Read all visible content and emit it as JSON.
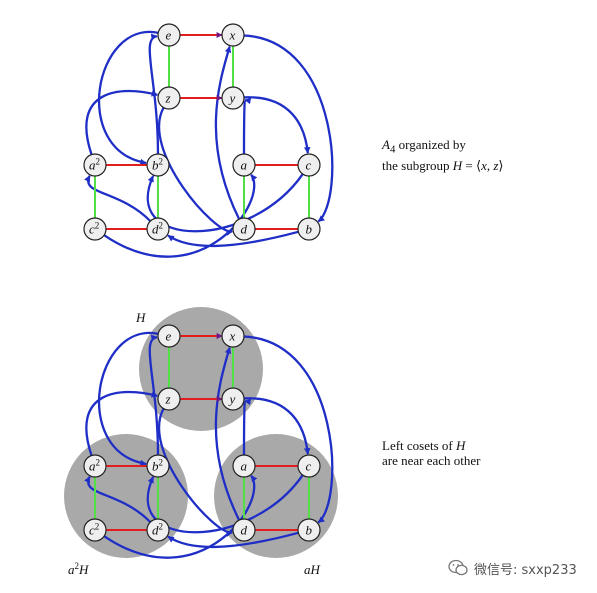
{
  "diagram1": {
    "caption_line1_html": "<i>A</i><sub>4</sub> organized by",
    "caption_line2_html": "the subgroup <i>H</i> = ⟨<i>x</i>, <i>z</i>⟩"
  },
  "diagram2": {
    "caption_line1_html": "Left cosets of <i>H</i>",
    "caption_line2": "are near each other",
    "coset_labels": {
      "H": "H",
      "a2H_base": "a",
      "a2H_exp": "2",
      "a2H_tail": "H",
      "aH": "aH"
    }
  },
  "nodes": {
    "e": {
      "base": "e",
      "exp": ""
    },
    "x": {
      "base": "x",
      "exp": ""
    },
    "z": {
      "base": "z",
      "exp": ""
    },
    "y": {
      "base": "y",
      "exp": ""
    },
    "a2": {
      "base": "a",
      "exp": "2"
    },
    "b2": {
      "base": "b",
      "exp": "2"
    },
    "a": {
      "base": "a",
      "exp": ""
    },
    "c": {
      "base": "c",
      "exp": ""
    },
    "c2": {
      "base": "c",
      "exp": "2"
    },
    "d2": {
      "base": "d",
      "exp": "2"
    },
    "d": {
      "base": "d",
      "exp": ""
    },
    "b": {
      "base": "b",
      "exp": ""
    }
  },
  "edges": {
    "red": [
      [
        "e",
        "x"
      ],
      [
        "z",
        "y"
      ],
      [
        "a2",
        "b2"
      ],
      [
        "c2",
        "d2"
      ],
      [
        "a",
        "c"
      ],
      [
        "d",
        "b"
      ]
    ],
    "green": [
      [
        "e",
        "z"
      ],
      [
        "x",
        "y"
      ],
      [
        "a2",
        "c2"
      ],
      [
        "b2",
        "d2"
      ],
      [
        "a",
        "d"
      ],
      [
        "c",
        "b"
      ]
    ]
  },
  "colors": {
    "red_edge": "#e01e1e",
    "green_edge": "#52e046",
    "blue_edge": "#1e2ec6",
    "node_fill": "#efefef",
    "coset_shade": "#a9a9a9"
  },
  "watermark": {
    "icon": "wechat-icon",
    "text": "微信号: sxxp233"
  }
}
